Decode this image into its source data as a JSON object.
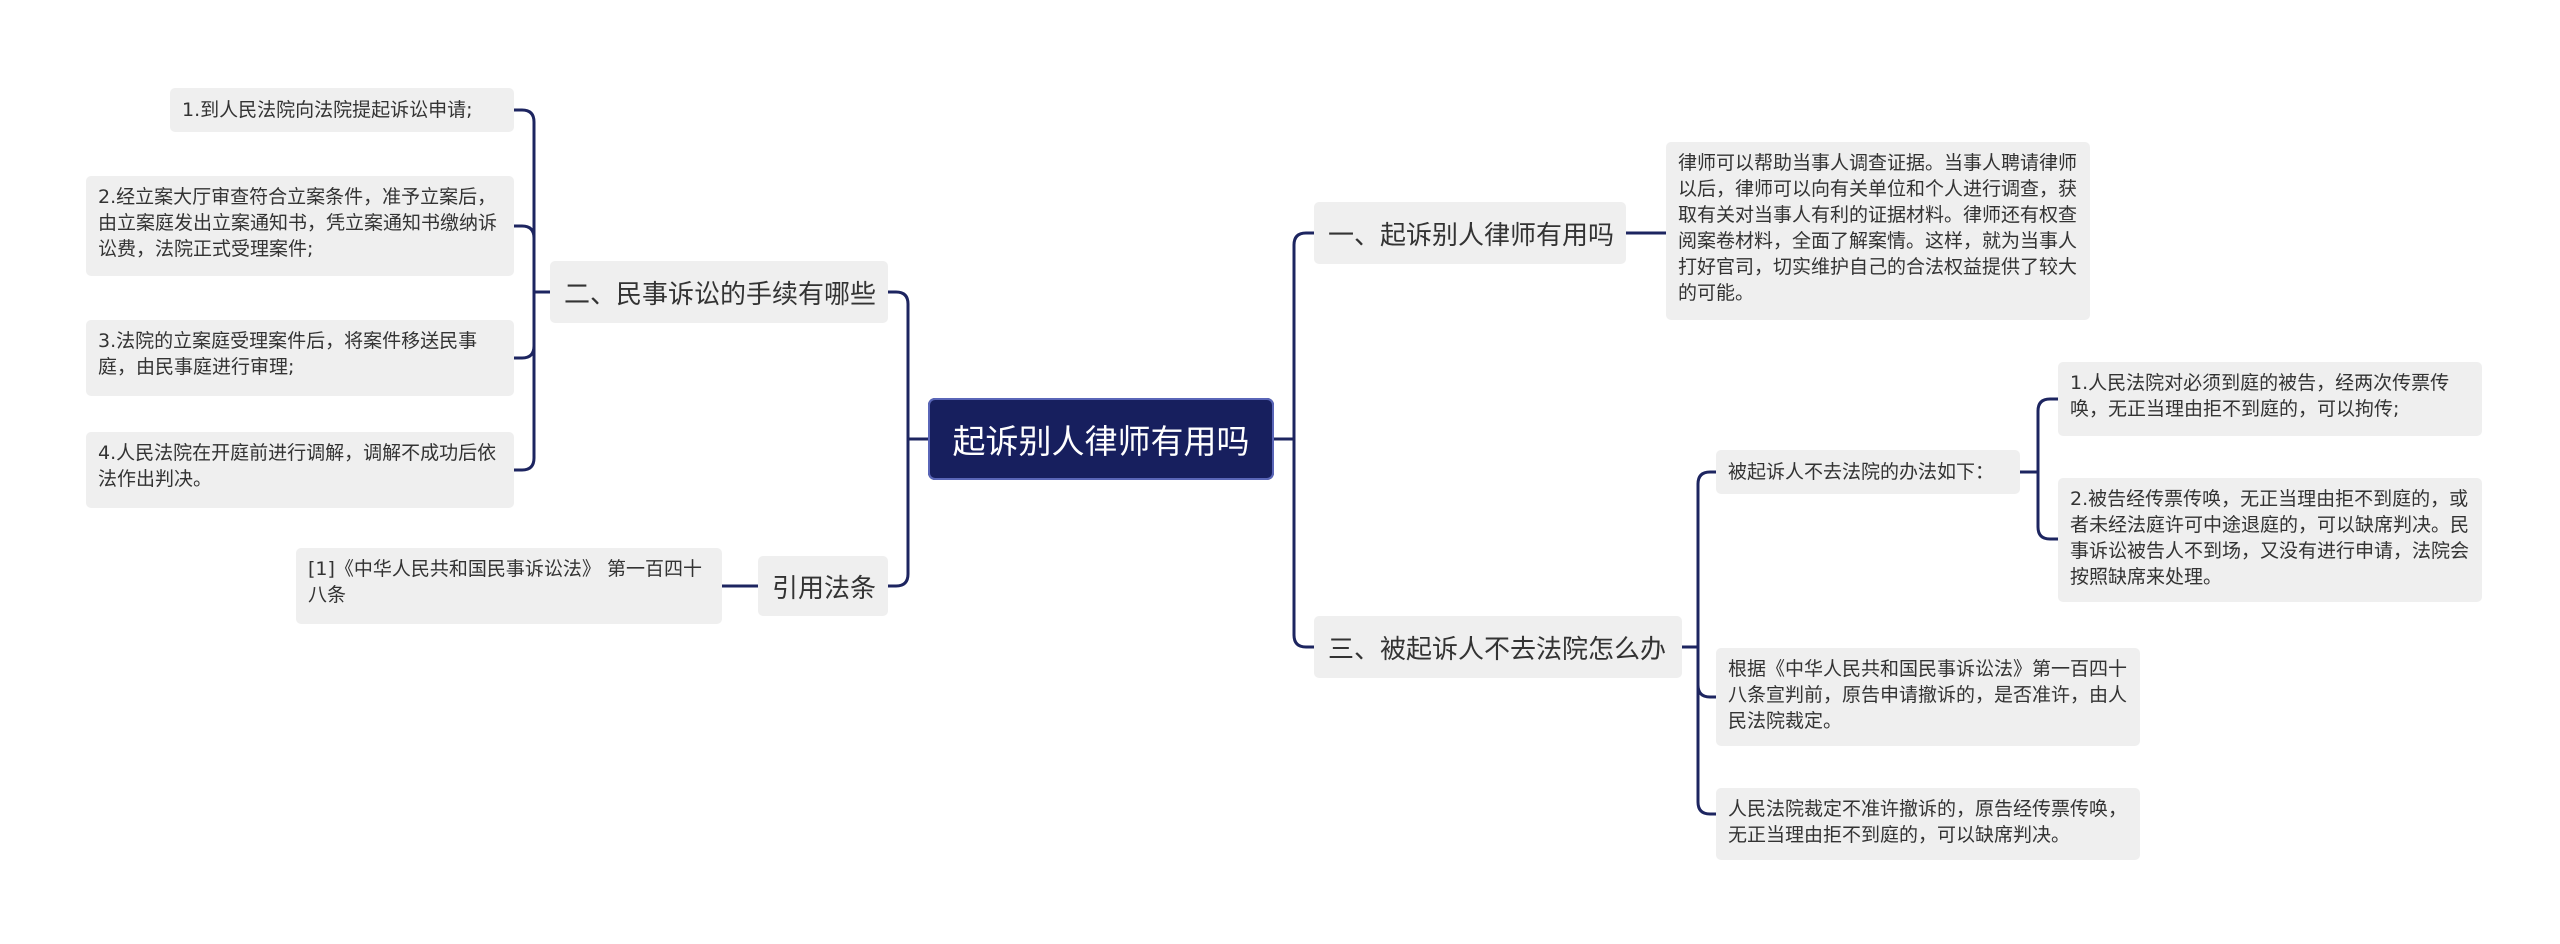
{
  "root": {
    "title": "起诉别人律师有用吗"
  },
  "left": {
    "branch_procedure": {
      "label": "二、民事诉讼的手续有哪些",
      "steps": [
        "1.到人民法院向法院提起诉讼申请;",
        "2.经立案大厅审查符合立案条件，准予立案后，由立案庭发出立案通知书，凭立案通知书缴纳诉讼费，法院正式受理案件;",
        "3.法院的立案庭受理案件后，将案件移送民事庭，由民事庭进行审理;",
        "4.人民法院在开庭前进行调解，调解不成功后依法作出判决。"
      ]
    },
    "branch_citation": {
      "label": "引用法条",
      "items": [
        "[1]《中华人民共和国民事诉讼法》 第一百四十八条"
      ]
    }
  },
  "right": {
    "branch_lawyer": {
      "label": "一、起诉别人律师有用吗",
      "detail": "律师可以帮助当事人调查证据。当事人聘请律师以后，律师可以向有关单位和个人进行调查，获取有关对当事人有利的证据材料。律师还有权查阅案卷材料，全面了解案情。这样，就为当事人打好官司，切实维护自己的合法权益提供了较大的可能。"
    },
    "branch_absent": {
      "label": "三、被起诉人不去法院怎么办",
      "sub_heading": "被起诉人不去法院的办法如下：",
      "methods": [
        "1.人民法院对必须到庭的被告，经两次传票传唤，无正当理由拒不到庭的，可以拘传;",
        "2.被告经传票传唤，无正当理由拒不到庭的，或者未经法庭许可中途退庭的，可以缺席判决。民事诉讼被告人不到场，又没有进行申请，法院会按照缺席来处理。"
      ],
      "notes": [
        "根据《中华人民共和国民事诉讼法》第一百四十八条宣判前，原告申请撤诉的，是否准许，由人民法院裁定。",
        "人民法院裁定不准许撤诉的，原告经传票传唤，无正当理由拒不到庭的，可以缺席判决。"
      ]
    }
  },
  "colors": {
    "root_bg": "#171f5e",
    "line": "#1d2560",
    "node_bg": "#efefef"
  }
}
